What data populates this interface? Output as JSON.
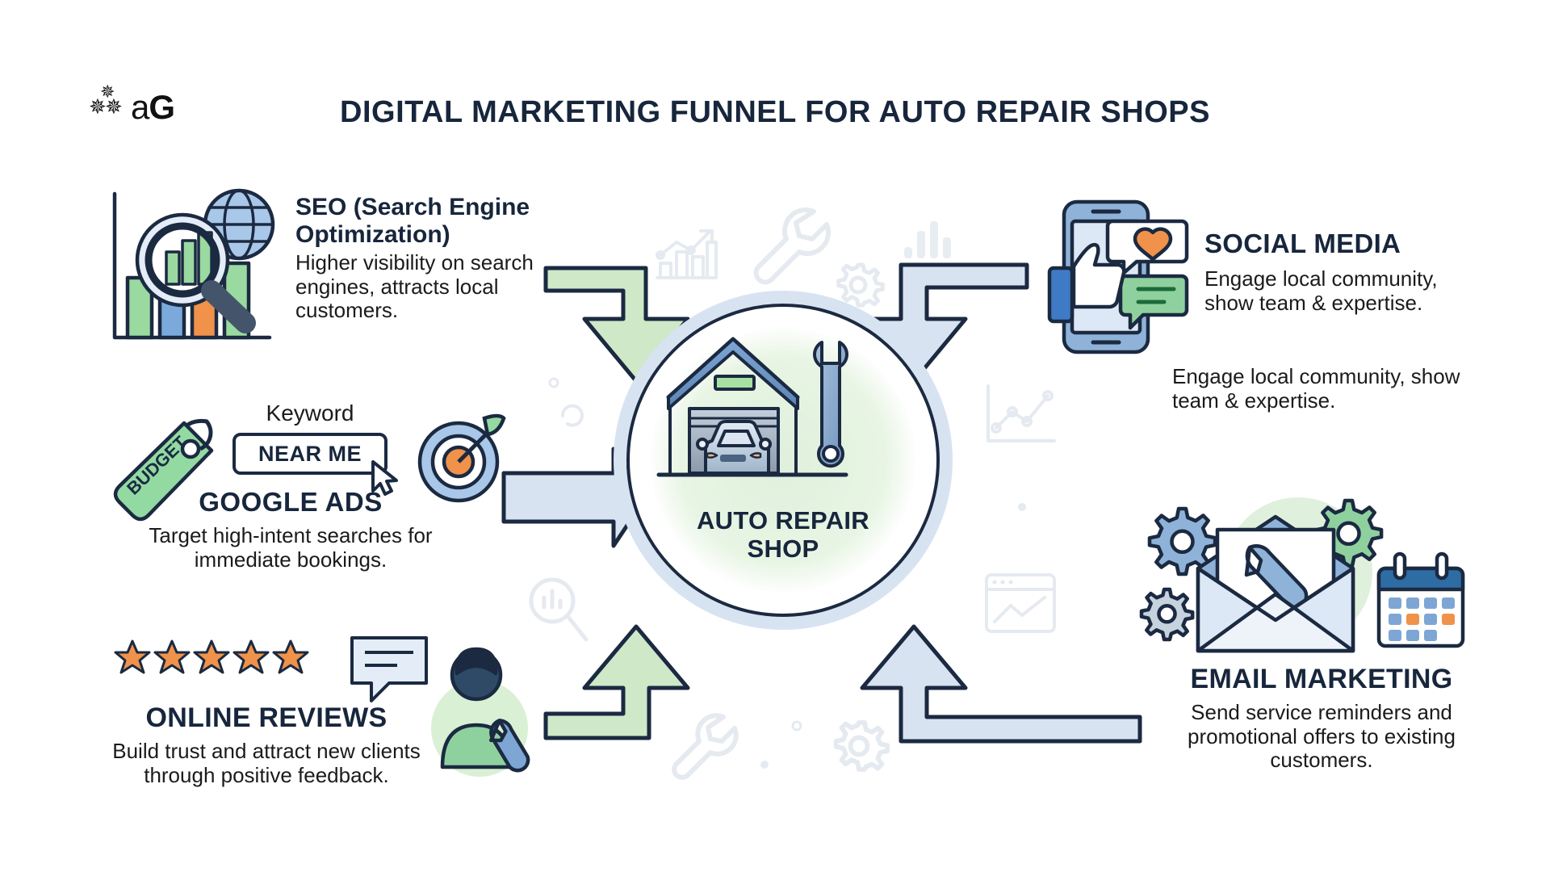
{
  "logo": {
    "mark": "snowflake-asterisks",
    "text_a": "a",
    "text_g": "G"
  },
  "header": {
    "title": "DIGITAL MARKETING FUNNEL FOR AUTO REPAIR SHOPS"
  },
  "center": {
    "label_line1": "AUTO REPAIR",
    "label_line2": "SHOP",
    "icon": "garage-with-car-and-wrench-icon"
  },
  "channels": [
    {
      "id": "seo",
      "heading": "SEO (Search Engine Optimization)",
      "body": "Higher visibility on search engines, attracts local customers.",
      "icon": "bar-chart-magnifier-globe-icon",
      "side": "left"
    },
    {
      "id": "google-ads",
      "heading": "GOOGLE ADS",
      "body": "Target high-intent searches for immediate bookings.",
      "icon": "budget-tag-keyword-target-icon",
      "side": "left",
      "keyword_label": "Keyword",
      "keyword_value": "NEAR ME"
    },
    {
      "id": "online-reviews",
      "heading": "ONLINE REVIEWS",
      "body": "Build trust and attract new clients through positive feedback.",
      "icon": "five-stars-review-mechanic-icon",
      "side": "left",
      "stars": 5
    },
    {
      "id": "social-media",
      "heading": "SOCIAL MEDIA",
      "body": "Engage local community, show team & expertise.",
      "body_repeat": "Engage local community, show team & expertise.",
      "icon": "phone-thumbs-up-heart-chat-icon",
      "side": "right"
    },
    {
      "id": "email-marketing",
      "heading": "EMAIL MARKETING",
      "body": "Send service reminders and promotional offers to existing customers.",
      "icon": "envelope-wrench-gears-calendar-icon",
      "side": "right"
    }
  ],
  "decorative_icons": [
    {
      "name": "growth-bar-chart-icon"
    },
    {
      "name": "wrench-icon"
    },
    {
      "name": "gear-icon"
    },
    {
      "name": "bar-levels-icon"
    },
    {
      "name": "line-chart-icon"
    },
    {
      "name": "browser-window-chart-icon"
    },
    {
      "name": "magnifier-chart-icon"
    },
    {
      "name": "wrench-outline-icon"
    },
    {
      "name": "gear-outline-icon"
    }
  ],
  "colors": {
    "ink": "#17263c",
    "arrow_green": "#cfe8c8",
    "arrow_blue": "#d8e3f2",
    "accent_orange": "#f0924a",
    "accent_blue": "#6d9bd1",
    "accent_green": "#8fd19e",
    "ring_band": "#d8e3f2"
  }
}
